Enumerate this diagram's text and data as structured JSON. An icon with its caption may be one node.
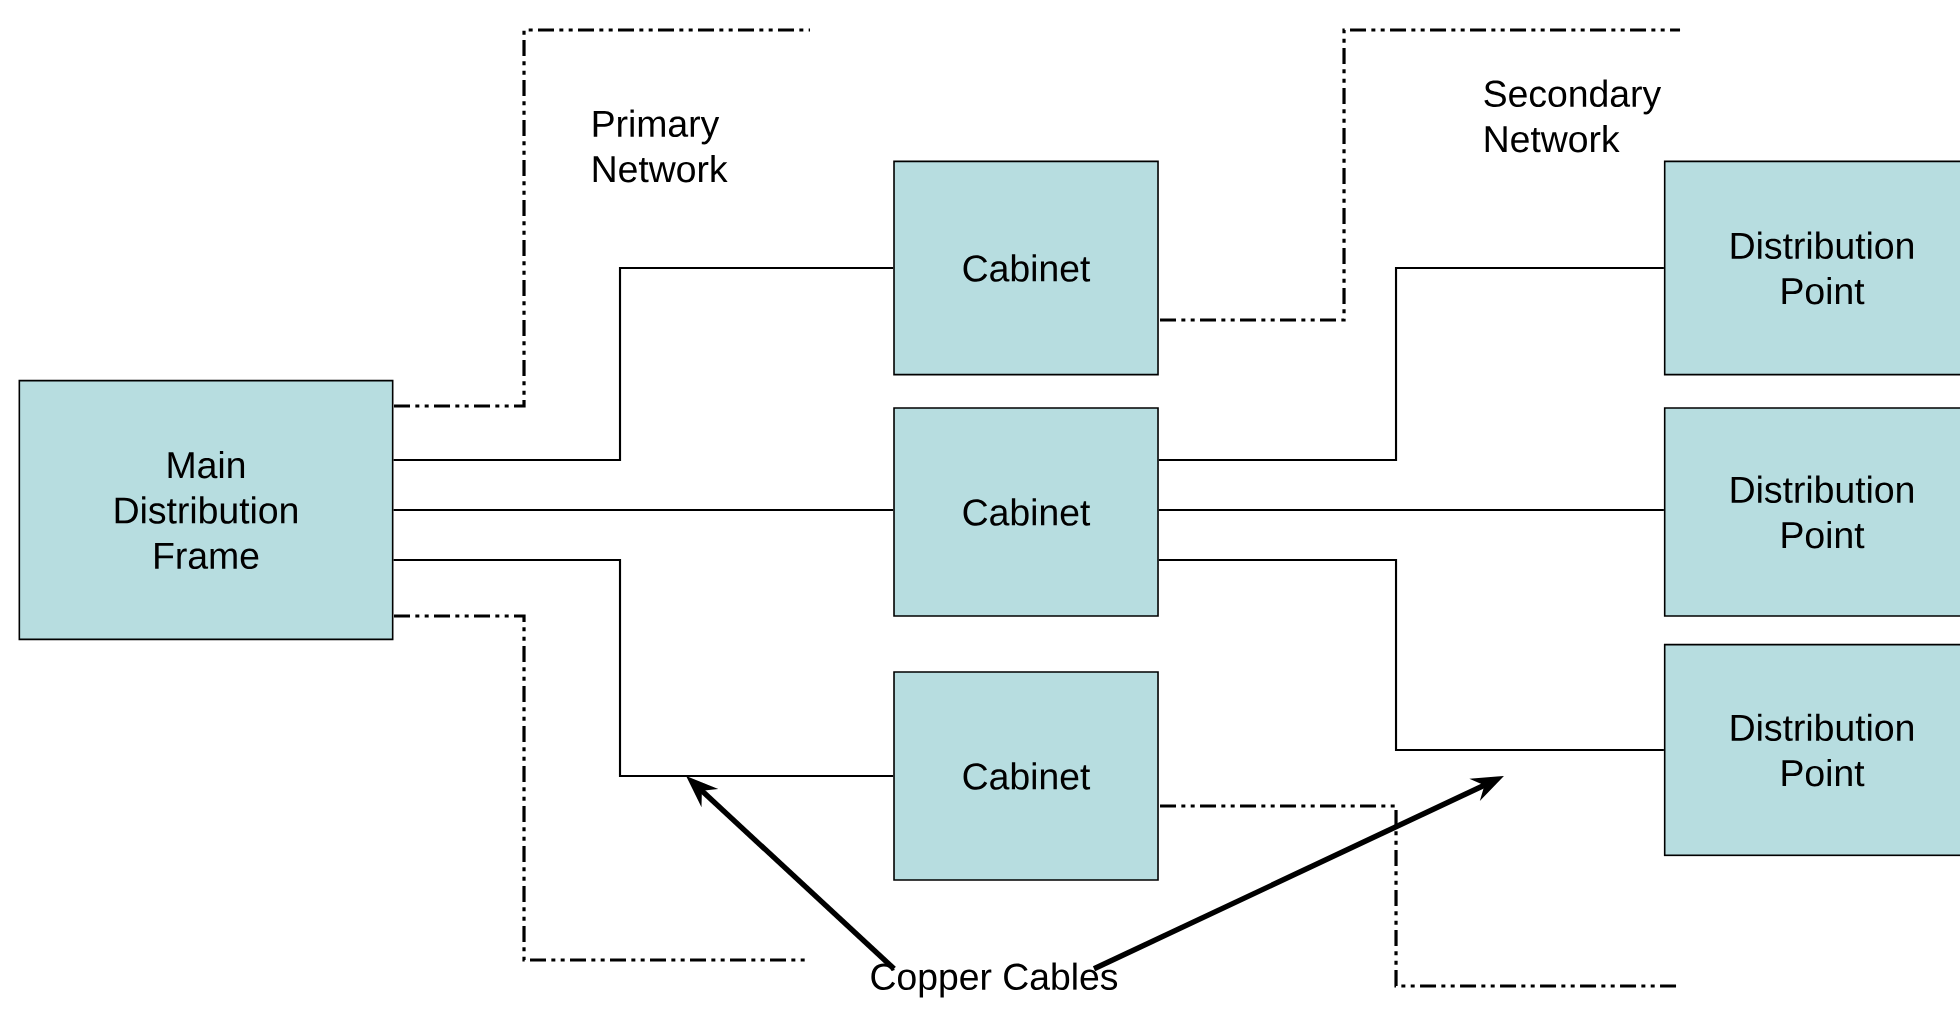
{
  "diagram": {
    "nodes": [
      {
        "text": [
          "Main Distribution Frame"
        ]
      },
      {
        "text": [
          "Cabinet"
        ]
      },
      {
        "text": [
          "Cabinet"
        ]
      },
      {
        "text": [
          "Cabinet"
        ]
      },
      {
        "text": [
          "Distribution Point"
        ]
      },
      {
        "text": [
          "Distribution Point"
        ]
      },
      {
        "text": [
          "Distribution Point"
        ]
      },
      {
        "text": [
          "Copper Cables"
        ]
      }
    ],
    "edges": [
      {
        "from": 0,
        "to": 1,
        "arrow": "none"
      },
      {
        "from": 0,
        "to": 2,
        "arrow": "none"
      },
      {
        "from": 0,
        "to": 3,
        "arrow": "none"
      },
      {
        "from": 2,
        "to": 4,
        "arrow": "none"
      },
      {
        "from": 2,
        "to": 5,
        "arrow": "none"
      },
      {
        "from": 2,
        "to": 6,
        "arrow": "none"
      },
      {
        "from": 7,
        "to": null,
        "arrow": "to",
        "style": "thick"
      },
      {
        "from": 7,
        "to": null,
        "arrow": "to",
        "style": "thick"
      }
    ],
    "labels": [
      "Primary Network",
      "Secondary Network"
    ]
  }
}
